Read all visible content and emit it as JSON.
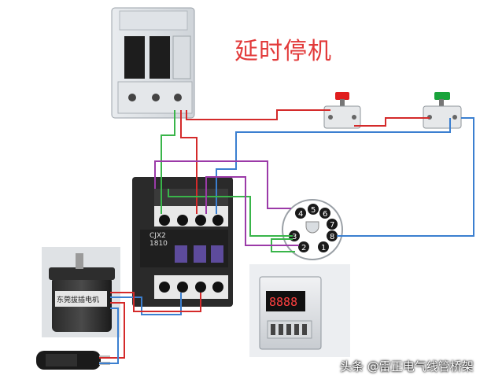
{
  "title": "延时停机",
  "watermark": "头条 @雷正电气线管桥架",
  "contactor_model_lines": [
    "CJX2",
    "1810"
  ],
  "timer_display": "8888",
  "timer_socket_pins": [
    "1",
    "2",
    "3",
    "4",
    "5",
    "6",
    "7",
    "8"
  ],
  "motor_label": "东莞拔插电机",
  "colors": {
    "wire_red": "#d42a2a",
    "wire_green": "#39b54a",
    "wire_blue": "#3b7fd0",
    "wire_purple": "#9b3aa8",
    "stop_button": "#e01e1e",
    "start_button": "#19a33b"
  }
}
